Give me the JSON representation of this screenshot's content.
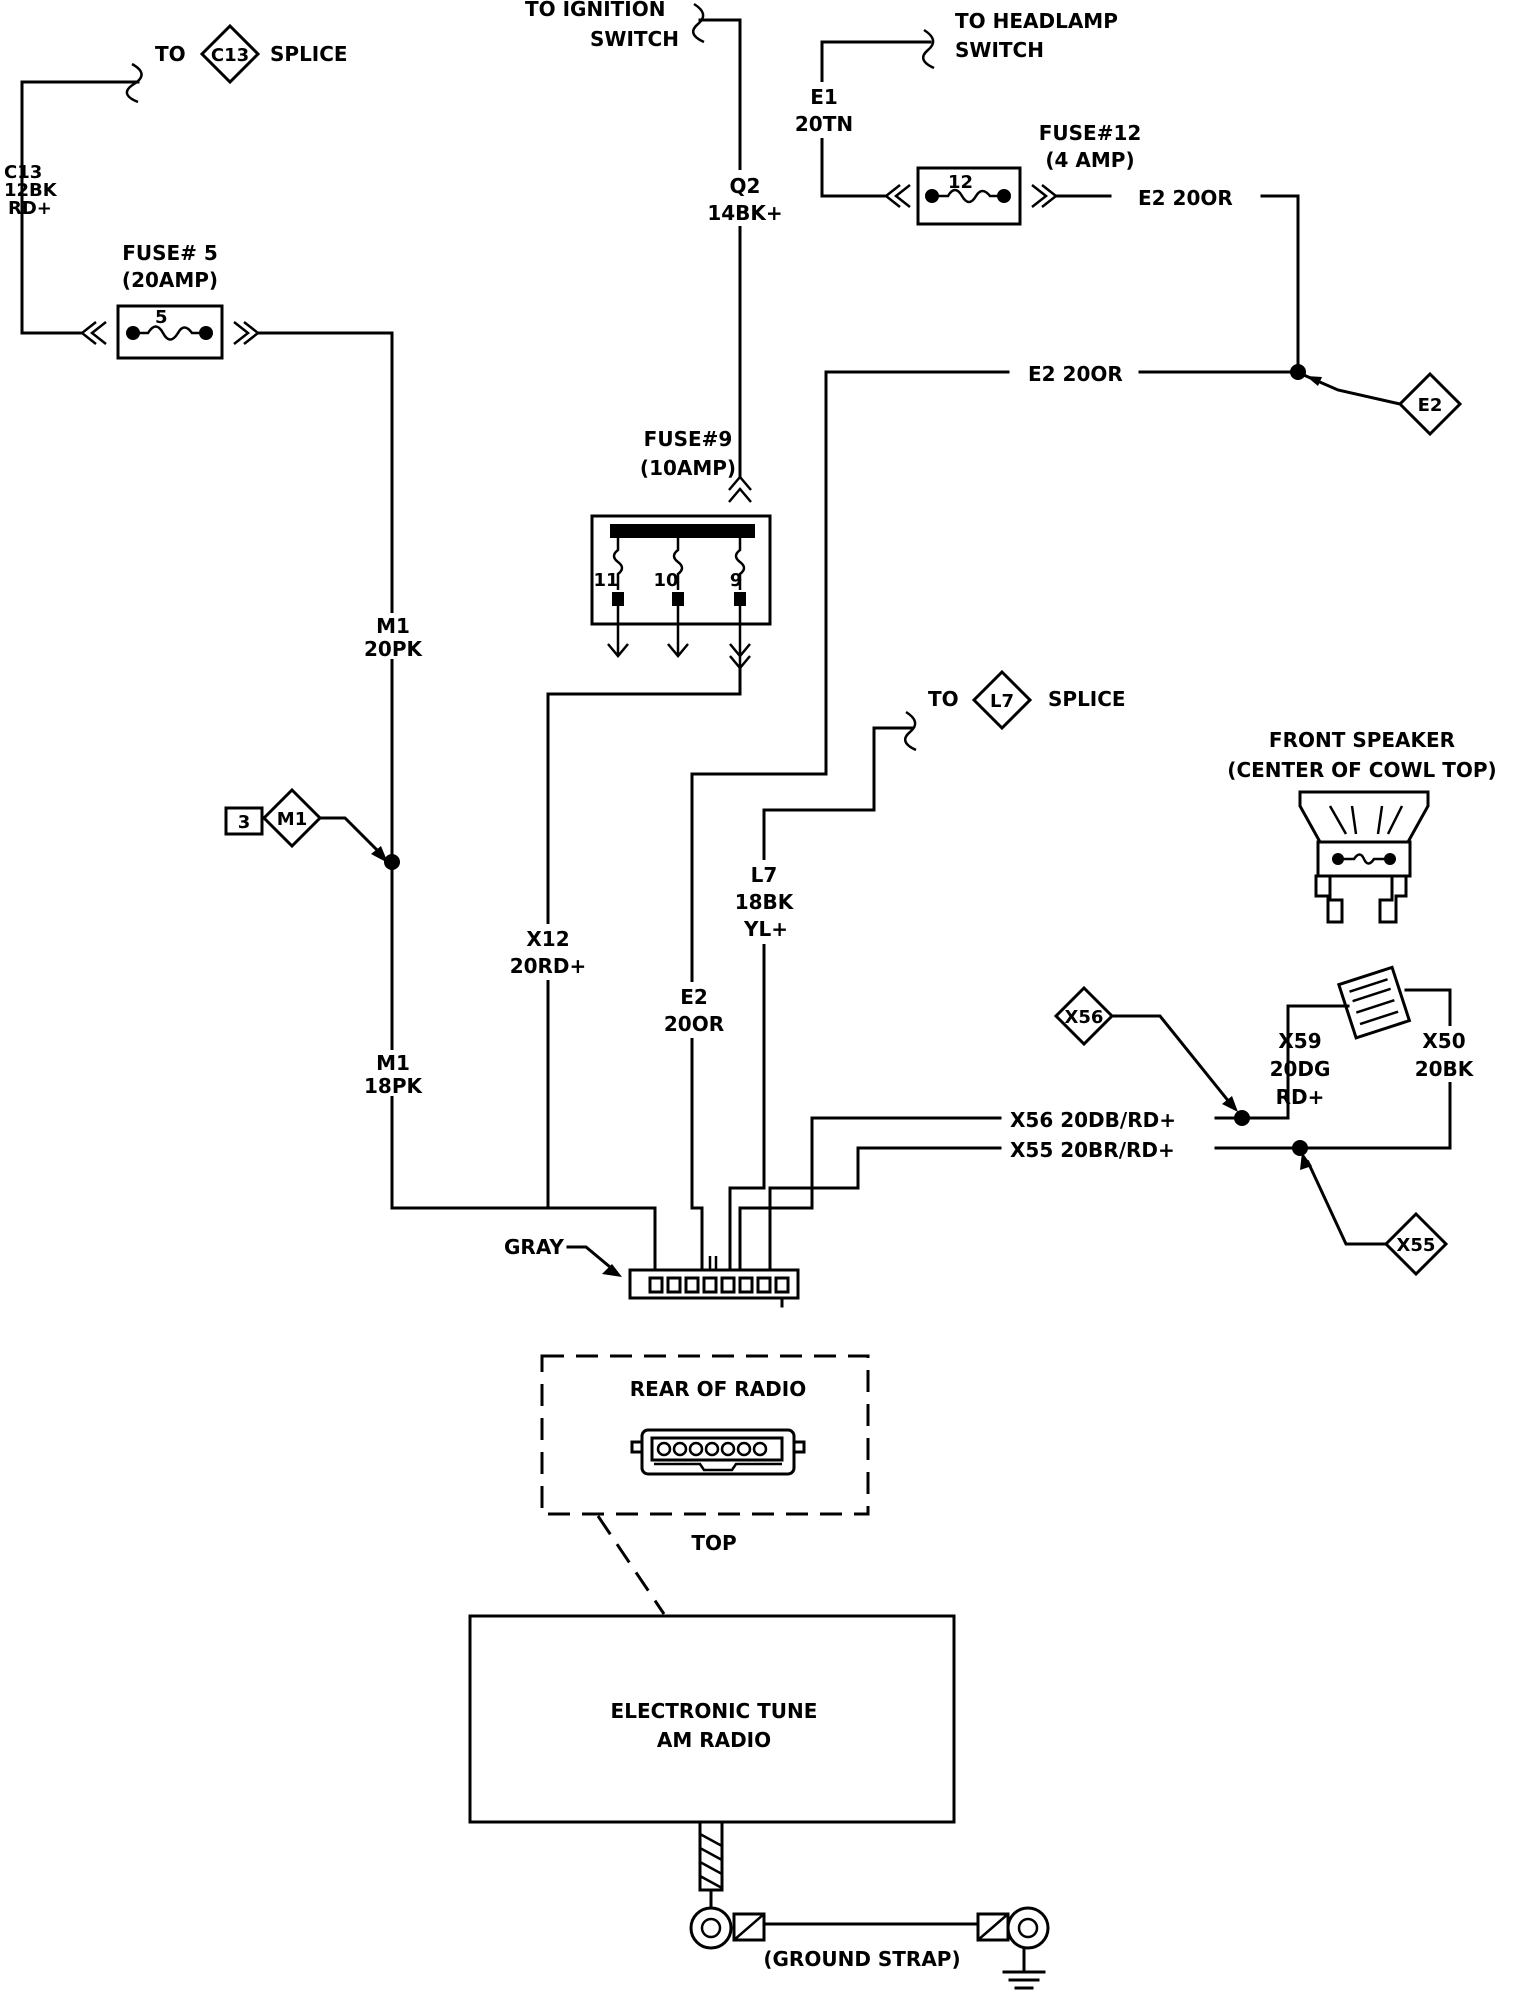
{
  "splices": {
    "c13_to": "TO",
    "c13_code": "C13",
    "c13_splice": "SPLICE",
    "l7_to": "TO",
    "l7_code": "L7",
    "l7_splice": "SPLICE"
  },
  "ignition": {
    "line1": "TO IGNITION",
    "line2": "SWITCH"
  },
  "headlamp": {
    "line1": "TO HEADLAMP",
    "line2": "SWITCH"
  },
  "wires": {
    "c13_code": "C13",
    "c13_gauge": "12BK",
    "c13_tracer": "RD+",
    "q2_code": "Q2",
    "q2_gauge": "14BK+",
    "e1_code": "E1",
    "e1_gauge": "20TN",
    "e2_top": "E2 20OR",
    "e2_mid": "E2 20OR",
    "m1_upper_code": "M1",
    "m1_upper_gauge": "20PK",
    "m1_lower_code": "M1",
    "m1_lower_gauge": "18PK",
    "x12_code": "X12",
    "x12_gauge": "20RD+",
    "e2_low_code": "E2",
    "e2_low_gauge": "20OR",
    "l7_code": "L7",
    "l7_gauge": "18BK",
    "l7_tracer": "YL+",
    "x56": "X56 20DB/RD+",
    "x55": "X55 20BR/RD+",
    "x59_code": "X59",
    "x59_gauge": "20DG",
    "x59_tracer": "RD+",
    "x50_code": "X50",
    "x50_gauge": "20BK"
  },
  "fuses": {
    "f5_title": "FUSE# 5",
    "f5_rating": "(20AMP)",
    "f5_num": "5",
    "f12_title": "FUSE#12",
    "f12_rating": "(4 AMP)",
    "f12_num": "12",
    "f9_title": "FUSE#9",
    "f9_rating": "(10AMP)",
    "f9_pos_11": "11",
    "f9_pos_10": "10",
    "f9_pos_9": "9"
  },
  "connectors": {
    "e2": "E2",
    "m1": "M1",
    "m1_num": "3",
    "x56": "X56",
    "x55": "X55"
  },
  "speaker": {
    "title": "FRONT SPEAKER",
    "location": "(CENTER OF COWL TOP)"
  },
  "radio_connector": {
    "color": "GRAY",
    "rear_title": "REAR OF RADIO",
    "top_label": "TOP"
  },
  "radio": {
    "line1": "ELECTRONIC TUNE",
    "line2": "AM RADIO"
  },
  "ground": {
    "label": "(GROUND STRAP)"
  }
}
